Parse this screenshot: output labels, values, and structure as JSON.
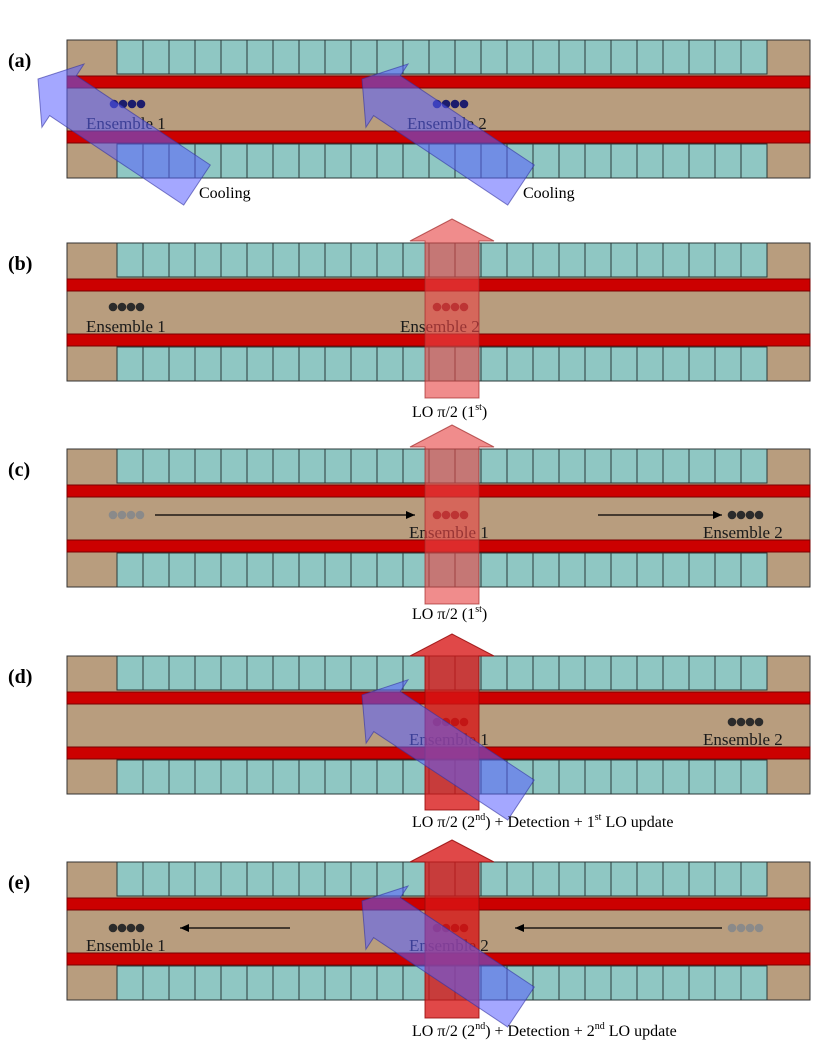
{
  "colors": {
    "cell": "#8fc7c3",
    "cell_stroke": "#2a3a3a",
    "channel": "#b89d7e",
    "rail": "#cc0000",
    "cooling_beam": "#6a6cff",
    "lo_beam": "#e23b3b",
    "ion_blue": "#1c1c6c",
    "ion_dark": "#2b2b2b",
    "ion_red": "#7a1a1a",
    "ion_faded": "#8a8a8a"
  },
  "panels": [
    {
      "label": "(a)",
      "ensembles": [
        {
          "text": "Ensemble 1",
          "ion_color": "ion_blue"
        },
        {
          "text": "Ensemble 2",
          "ion_color": "ion_blue"
        }
      ],
      "captions": [
        "Cooling",
        "Cooling"
      ],
      "caption": null
    },
    {
      "label": "(b)",
      "ensembles": [
        {
          "text": "Ensemble 1",
          "ion_color": "ion_dark"
        },
        {
          "text": "Ensemble 2",
          "ion_color": "ion_red"
        }
      ],
      "caption": {
        "pre": "LO π/2  (1",
        "sup": "st",
        "post": ")"
      }
    },
    {
      "label": "(c)",
      "ensembles": [
        {
          "text": "Ensemble 1",
          "ion_color": "ion_red"
        },
        {
          "text": "Ensemble 2",
          "ion_color": "ion_dark"
        }
      ],
      "caption": {
        "pre": "LO π/2  (1",
        "sup": "st",
        "post": ")"
      }
    },
    {
      "label": "(d)",
      "ensembles": [
        {
          "text": "Ensemble 1",
          "ion_color": "ion_red"
        },
        {
          "text": "Ensemble 2",
          "ion_color": "ion_dark"
        }
      ],
      "caption": {
        "pre": "LO π/2  (2",
        "sup": "nd",
        "post": ")  + Detection + 1",
        "sup2": "st",
        "post2": " LO update"
      }
    },
    {
      "label": "(e)",
      "ensembles": [
        {
          "text": "Ensemble 1",
          "ion_color": "ion_dark"
        },
        {
          "text": "Ensemble 2",
          "ion_color": "ion_red"
        }
      ],
      "caption": {
        "pre": "LO π/2  (2",
        "sup": "nd",
        "post": ")  + Detection + 2",
        "sup2": "nd",
        "post2": " LO update"
      }
    }
  ]
}
